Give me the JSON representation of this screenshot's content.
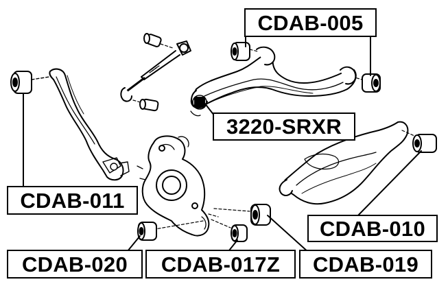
{
  "labels": {
    "cdab_005": "CDAB-005",
    "srxr_3220": "3220-SRXR",
    "cdab_011": "CDAB-011",
    "cdab_010": "CDAB-010",
    "cdab_020": "CDAB-020",
    "cdab_017z": "CDAB-017Z",
    "cdab_019": "CDAB-019"
  },
  "colors": {
    "line": "#000000",
    "background": "#ffffff",
    "part_fill": "#ffffff"
  }
}
